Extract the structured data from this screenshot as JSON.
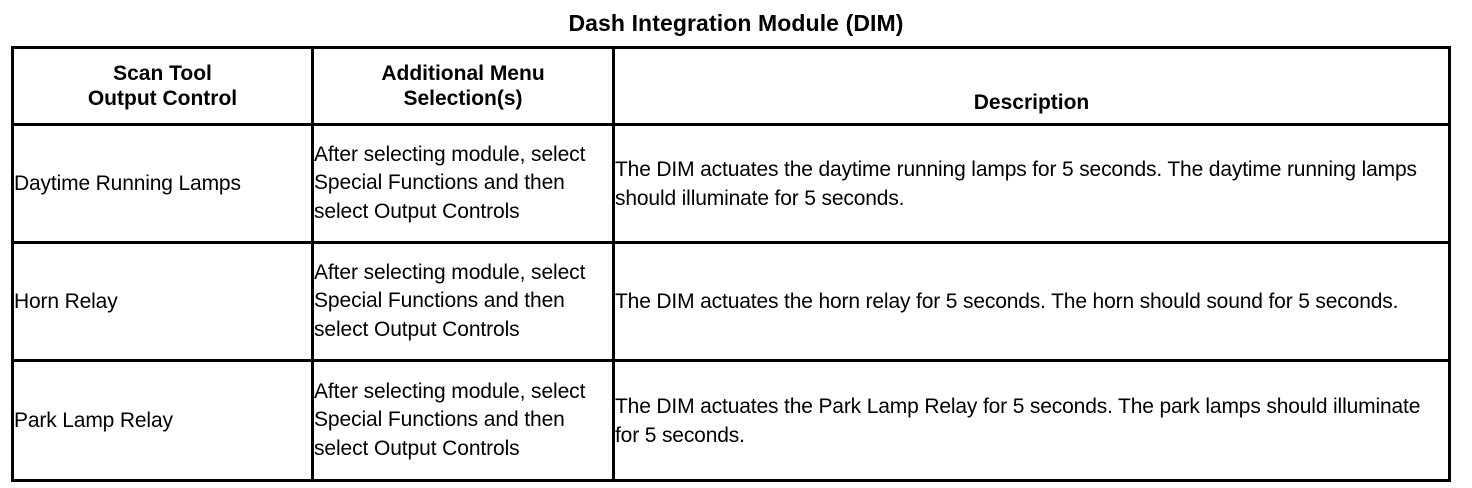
{
  "document": {
    "title": "Dash Integration Module (DIM)"
  },
  "table": {
    "headers": {
      "col1": "Scan Tool\nOutput Control",
      "col1_line1": "Scan Tool",
      "col1_line2": "Output Control",
      "col2_line1": "Additional Menu",
      "col2_line2": "Selection(s)",
      "col3": "Description"
    },
    "rows": [
      {
        "control": "Daytime Running Lamps",
        "menu": "After selecting module, select Special Functions and then select Output Controls",
        "description": "The DIM actuates the daytime running lamps for 5 seconds. The daytime running lamps should illuminate for 5 seconds."
      },
      {
        "control": "Horn Relay",
        "menu": "After selecting module, select Special Functions and then select Output Controls",
        "description": "The DIM actuates the horn relay for 5 seconds. The horn should sound for 5 seconds."
      },
      {
        "control": "Park Lamp Relay",
        "menu": "After selecting module, select Special Functions and then select Output Controls",
        "description": "The DIM actuates the Park Lamp Relay for 5 seconds. The park lamps should illuminate for 5 seconds."
      }
    ]
  },
  "colors": {
    "text": "#000000",
    "background": "#ffffff",
    "border": "#000000"
  }
}
